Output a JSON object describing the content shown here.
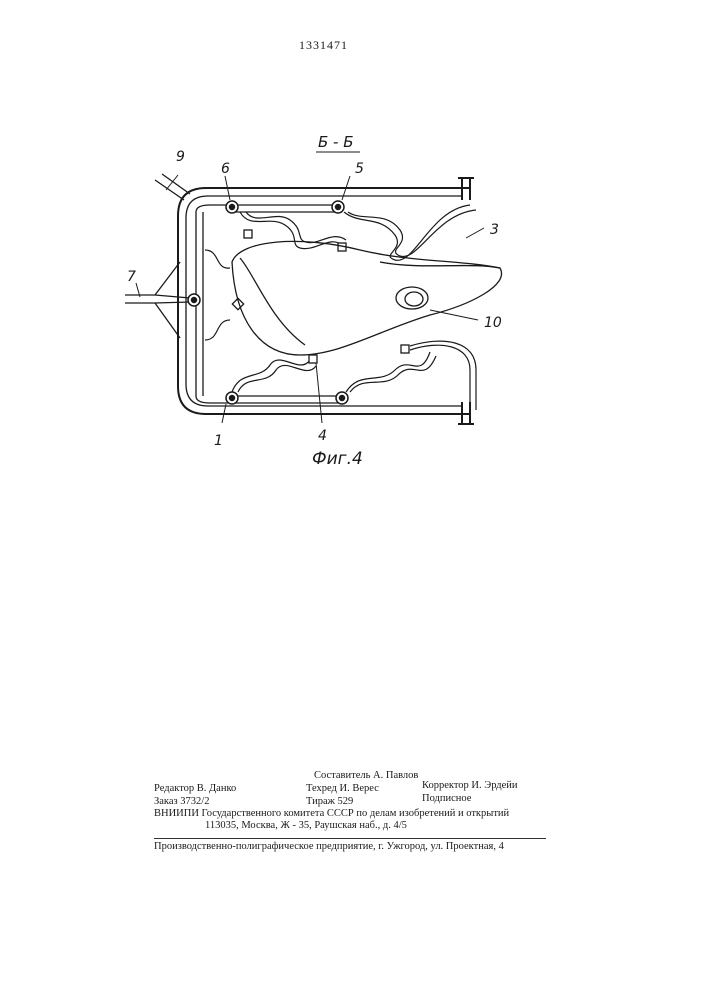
{
  "header": {
    "patent_number": "1331471"
  },
  "figure": {
    "section_label": "Б - Б",
    "caption": "Фиг.4",
    "callouts": [
      "1",
      "3",
      "4",
      "5",
      "6",
      "7",
      "9",
      "10"
    ]
  },
  "colophon": {
    "compiler": "Составитель А. Павлов",
    "editor": "Редактор В. Данко",
    "techred": "Техред И. Верес",
    "corrector": "Корректор И. Эрдейи",
    "order": "Заказ 3732/2",
    "circulation": "Тираж 529",
    "subscription": "Подписное",
    "institute": "ВНИИПИ Государственного комитета СССР по делам изобретений и открытий",
    "address": "113035, Москва, Ж - 35, Раушская наб., д. 4/5",
    "printer": "Производственно-полиграфическое предприятие, г. Ужгород, ул. Проектная, 4"
  }
}
